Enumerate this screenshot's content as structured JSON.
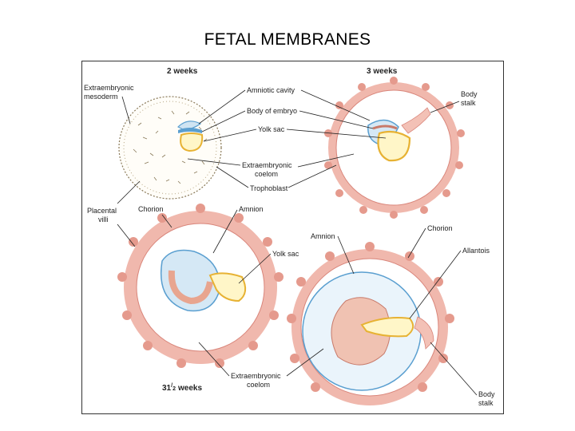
{
  "title": "FETAL MEMBRANES",
  "stages": {
    "s2": "2 weeks",
    "s3": "3 weeks",
    "s35_main": "31",
    "s35_sup": "/",
    "s35_frac": "2",
    "s35_unit": "weeks"
  },
  "labels": {
    "extraembryonic_mesoderm_1": "Extraembryonic",
    "extraembryonic_mesoderm_2": "mesoderm",
    "amniotic_cavity": "Amniotic cavity",
    "body_of_embryo": "Body of embryo",
    "yolk_sac_top": "Yolk sac",
    "body_stalk_top_1": "Body",
    "body_stalk_top_2": "stalk",
    "extraembryonic_coelom_top_1": "Extraembryonic",
    "extraembryonic_coelom_top_2": "coelom",
    "trophoblast": "Trophoblast",
    "placental_villi_1": "Placental",
    "placental_villi_2": "villi",
    "chorion_left": "Chorion",
    "amnion_left": "Amnion",
    "yolk_sac_bottom": "Yolk sac",
    "amnion_right": "Amnion",
    "chorion_right": "Chorion",
    "allantois": "Allantois",
    "extraembryonic_coelom_bottom_1": "Extraembryonic",
    "extraembryonic_coelom_bottom_2": "coelom",
    "body_stalk_bottom_1": "Body",
    "body_stalk_bottom_2": "stalk"
  },
  "colors": {
    "chorion": "#d9857a",
    "chorion_light": "#f2c3ba",
    "amnion": "#5a9fd0",
    "yolk": "#e7b233",
    "embryo": "#e8a58f",
    "mesoderm": "#8a7a5a"
  }
}
